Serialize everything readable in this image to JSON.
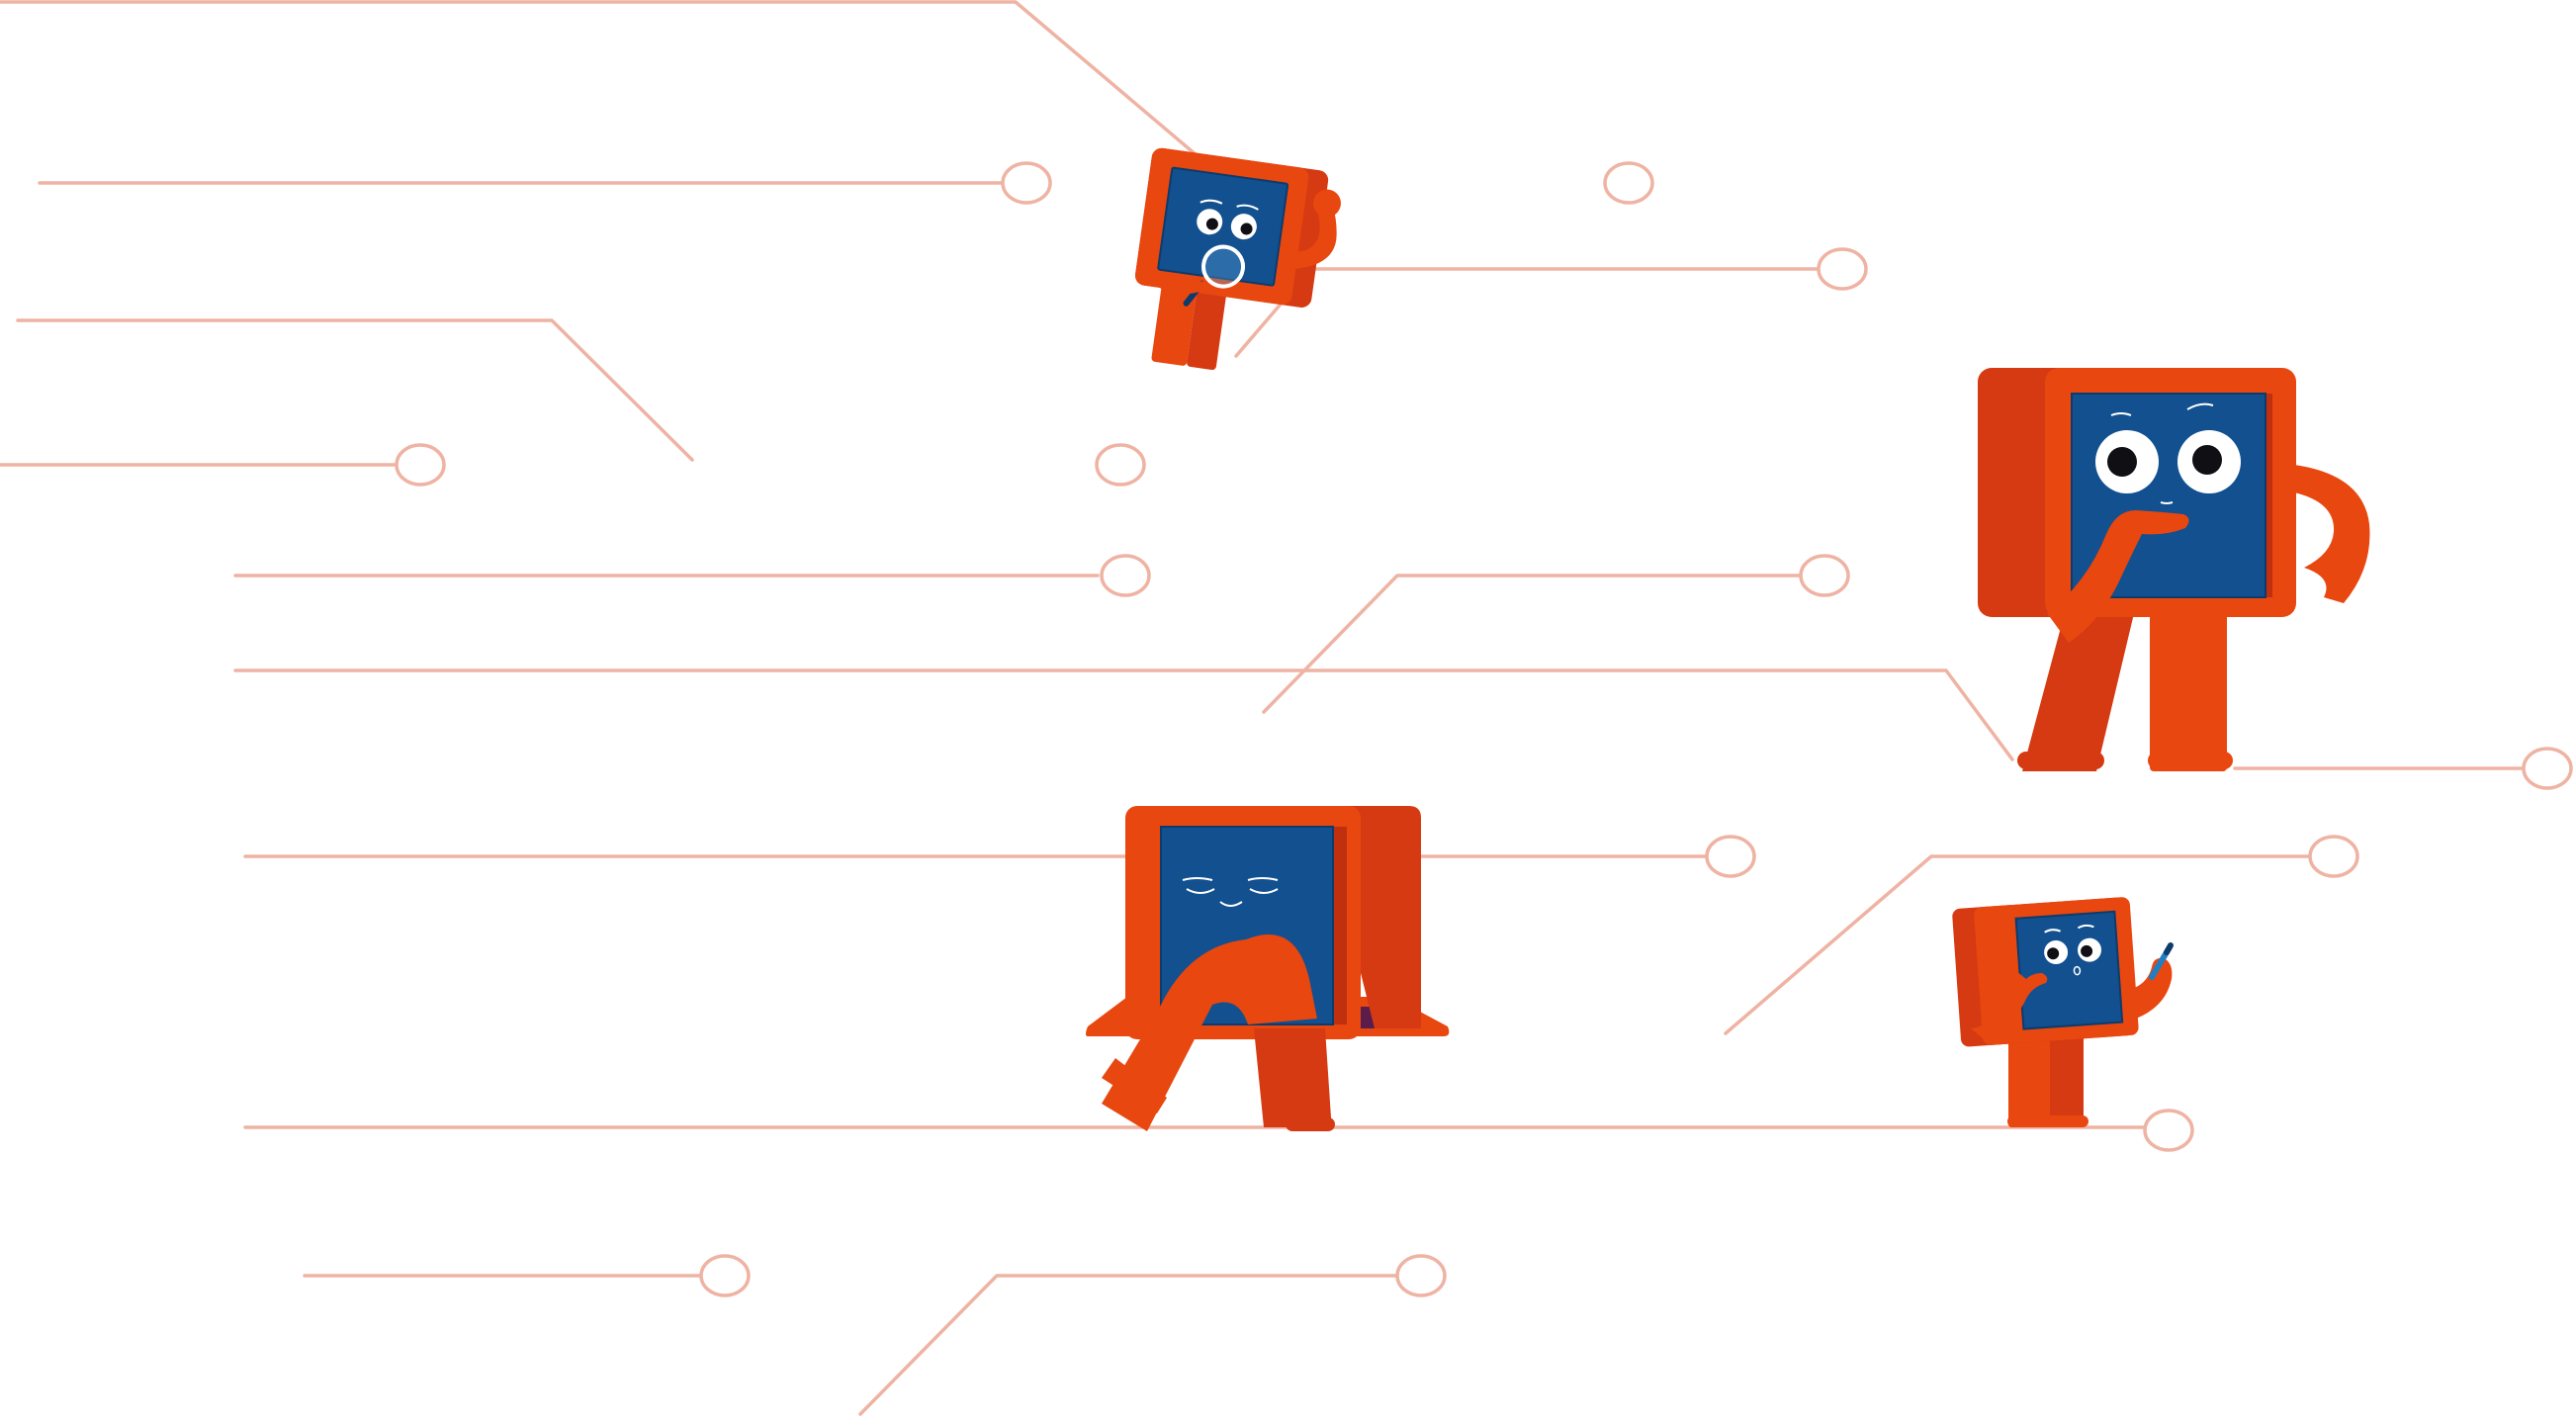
{
  "colors": {
    "background": "#ffffff",
    "circuit_trace": "#efb3a3",
    "body_orange": "#e8470f",
    "body_orange_dark": "#d63a12",
    "body_shadow": "#c02f0e",
    "screen_blue": "#12508f",
    "screen_border": "#0d3b6b",
    "eye_white": "#ffffff",
    "pupil": "#0f0f14",
    "desk_purple": "#5a1c4a"
  },
  "illustration": {
    "subject": "circuit-board-lines-with-four-tablet-mascots",
    "characters": [
      {
        "pose": "holding-magnifying-glass",
        "expression": "surprised",
        "icon": "magnifier-icon"
      },
      {
        "pose": "hand-on-chin-thinking",
        "expression": "pondering",
        "icon": "none"
      },
      {
        "pose": "sitting-cross-legged-eyes-closed",
        "expression": "calm",
        "icon": "none"
      },
      {
        "pose": "holding-pen-counting",
        "expression": "curious",
        "icon": "pen-icon"
      }
    ]
  }
}
